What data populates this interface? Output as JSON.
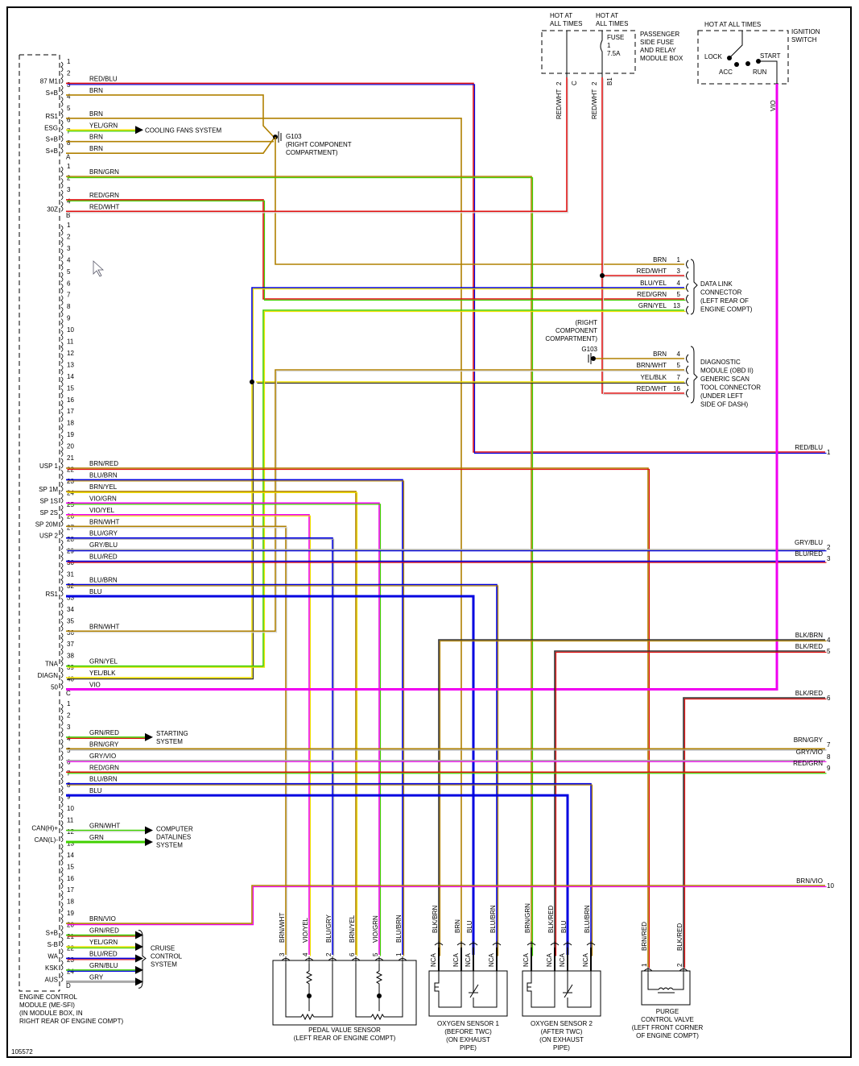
{
  "diagram_id": "105572",
  "colors": {
    "RED": "#e01010",
    "BLU": "#0000e0",
    "BRN": "#b08000",
    "YEL": "#f0e000",
    "GRN": "#40d000",
    "WHT": "#d8d8d8",
    "VIO": "#f000f0",
    "GRY": "#a8a8a8",
    "BLK": "#303030"
  },
  "ecm": {
    "label": [
      "ENGINE CONTROL",
      "MODULE (ME-SFI)",
      "(IN MODULE BOX, IN",
      "RIGHT REAR OF ENGINE COMPT)"
    ],
    "connectors": [
      {
        "id": "A",
        "rows": [
          {
            "pin": "1"
          },
          {
            "pin": "2",
            "name": "87 M1",
            "wire": "RED/BLU"
          },
          {
            "pin": "3",
            "name": "S+B",
            "wire": "BRN"
          },
          {
            "pin": "4"
          },
          {
            "pin": "5",
            "name": "RS1",
            "wire": "BRN"
          },
          {
            "pin": "6",
            "name": "ESG",
            "wire": "YEL/GRN"
          },
          {
            "pin": "7",
            "name": "S+B",
            "wire": "BRN"
          },
          {
            "pin": "8",
            "name": "S+B",
            "wire": "BRN"
          }
        ]
      },
      {
        "id": "B",
        "rows": [
          {
            "pin": "1",
            "wire": "BRN/GRN"
          },
          {
            "pin": "2"
          },
          {
            "pin": "3",
            "wire": "RED/GRN"
          },
          {
            "pin": "4",
            "name": "30Z",
            "wire": "RED/WHT"
          }
        ]
      },
      {
        "id": "C",
        "rows": [
          {
            "pin": "1"
          },
          {
            "pin": "2"
          },
          {
            "pin": "3"
          },
          {
            "pin": "4"
          },
          {
            "pin": "5"
          },
          {
            "pin": "6"
          },
          {
            "pin": "7"
          },
          {
            "pin": "8"
          },
          {
            "pin": "9"
          },
          {
            "pin": "10"
          },
          {
            "pin": "11"
          },
          {
            "pin": "12"
          },
          {
            "pin": "13"
          },
          {
            "pin": "14"
          },
          {
            "pin": "15"
          },
          {
            "pin": "16"
          },
          {
            "pin": "17"
          },
          {
            "pin": "18"
          },
          {
            "pin": "19"
          },
          {
            "pin": "20"
          },
          {
            "pin": "21",
            "name": "USP 1",
            "wire": "BRN/RED"
          },
          {
            "pin": "22",
            "wire": "BLU/BRN"
          },
          {
            "pin": "23",
            "name": "SP 1M",
            "wire": "BRN/YEL"
          },
          {
            "pin": "24",
            "name": "SP 1S",
            "wire": "VIO/GRN"
          },
          {
            "pin": "25",
            "name": "SP 2S",
            "wire": "VIO/YEL"
          },
          {
            "pin": "26",
            "name": "SP 20M",
            "wire": "BRN/WHT"
          },
          {
            "pin": "27",
            "name": "USP 2",
            "wire": "BLU/GRY"
          },
          {
            "pin": "28",
            "wire": "GRY/BLU"
          },
          {
            "pin": "29",
            "wire": "BLU/RED"
          },
          {
            "pin": "30"
          },
          {
            "pin": "31",
            "wire": "BLU/BRN"
          },
          {
            "pin": "32",
            "name": "RS1",
            "wire": "BLU"
          },
          {
            "pin": "33"
          },
          {
            "pin": "34"
          },
          {
            "pin": "35",
            "wire": "BRN/WHT"
          },
          {
            "pin": "36"
          },
          {
            "pin": "37"
          },
          {
            "pin": "38",
            "name": "TNA",
            "wire": "GRN/YEL"
          },
          {
            "pin": "39",
            "name": "DIAGN",
            "wire": "YEL/BLK"
          },
          {
            "pin": "40",
            "name": "50",
            "wire": "VIO"
          }
        ]
      },
      {
        "id": "D",
        "rows": [
          {
            "pin": "1"
          },
          {
            "pin": "2"
          },
          {
            "pin": "3",
            "wire": "GRN/RED"
          },
          {
            "pin": "4",
            "wire": "BRN/GRY"
          },
          {
            "pin": "5",
            "wire": "GRY/VIO"
          },
          {
            "pin": "6",
            "wire": "RED/GRN"
          },
          {
            "pin": "7",
            "wire": "BLU/BRN"
          },
          {
            "pin": "8",
            "wire": "BLU"
          },
          {
            "pin": "9"
          },
          {
            "pin": "10"
          },
          {
            "pin": "11",
            "name": "CAN(H)+",
            "wire": "GRN/WHT"
          },
          {
            "pin": "12",
            "name": "CAN(L)-",
            "wire": "GRN"
          },
          {
            "pin": "13"
          },
          {
            "pin": "14"
          },
          {
            "pin": "15"
          },
          {
            "pin": "16"
          },
          {
            "pin": "17"
          },
          {
            "pin": "18"
          },
          {
            "pin": "19",
            "wire": "BRN/VIO"
          },
          {
            "pin": "20",
            "name": "S+B",
            "wire": "GRN/RED"
          },
          {
            "pin": "21",
            "name": "S-B",
            "wire": "YEL/GRN"
          },
          {
            "pin": "22",
            "name": "WA",
            "wire": "BLU/RED"
          },
          {
            "pin": "23",
            "name": "KSK",
            "wire": "GRN/BLU"
          },
          {
            "pin": "24",
            "name": "AUS",
            "wire": "GRY"
          }
        ]
      }
    ]
  },
  "systems": {
    "cooling": "COOLING FANS SYSTEM",
    "starting": [
      "STARTING",
      "SYSTEM"
    ],
    "datalines": [
      "COMPUTER",
      "DATALINES",
      "SYSTEM"
    ],
    "cruise": [
      "CRUISE",
      "CONTROL",
      "SYSTEM"
    ]
  },
  "ground_top": {
    "id": "G103",
    "location": [
      "(RIGHT COMPONENT",
      "COMPARTMENT)"
    ]
  },
  "ground_mid": {
    "id": "G103",
    "location": [
      "(RIGHT",
      "COMPONENT",
      "COMPARTMENT)"
    ]
  },
  "fuse_box": {
    "hot1": [
      "HOT AT",
      "ALL TIMES"
    ],
    "hot2": [
      "HOT AT",
      "ALL TIMES"
    ],
    "fuse": [
      "FUSE",
      "1",
      "7.5A"
    ],
    "label": [
      "PASSENGER",
      "SIDE FUSE",
      "AND RELAY",
      "MODULE BOX"
    ],
    "pin_c": {
      "num": "2",
      "conn": "C",
      "wire": "RED/WHT"
    },
    "pin_b1": {
      "num": "2",
      "conn": "B1",
      "wire": "RED/WHT"
    }
  },
  "ignition": {
    "hot": "HOT AT ALL TIMES",
    "label": [
      "IGNITION",
      "SWITCH"
    ],
    "positions": {
      "lock": "LOCK",
      "acc": "ACC",
      "run": "RUN",
      "start": "START"
    },
    "wire": "VIO"
  },
  "dlc": {
    "label": [
      "DATA LINK",
      "CONNECTOR",
      "(LEFT REAR OF",
      "ENGINE COMPT)"
    ],
    "pins": [
      {
        "wire": "BRN",
        "pin": "1"
      },
      {
        "wire": "RED/WHT",
        "pin": "3"
      },
      {
        "wire": "BLU/YEL",
        "pin": "4"
      },
      {
        "wire": "RED/GRN",
        "pin": "5"
      },
      {
        "wire": "GRN/YEL",
        "pin": "13"
      }
    ]
  },
  "obd": {
    "label": [
      "DIAGNOSTIC",
      "MODULE (OBD II)",
      "GENERIC SCAN",
      "TOOL CONNECTOR",
      "(UNDER LEFT",
      "SIDE OF DASH)"
    ],
    "pins": [
      {
        "wire": "BRN",
        "pin": "4"
      },
      {
        "wire": "BRN/WHT",
        "pin": "5"
      },
      {
        "wire": "YEL/BLK",
        "pin": "7"
      },
      {
        "wire": "RED/WHT",
        "pin": "16"
      }
    ]
  },
  "offpage": [
    {
      "wire": "RED/BLU",
      "num": "1"
    },
    {
      "wire": "GRY/BLU",
      "num": "2"
    },
    {
      "wire": "BLU/RED",
      "num": "3"
    },
    {
      "wire": "BLK/BRN",
      "num": "4"
    },
    {
      "wire": "BLK/RED",
      "num": "5"
    },
    {
      "wire": "BLK/RED",
      "num": "6"
    },
    {
      "wire": "BRN/GRY",
      "num": "7"
    },
    {
      "wire": "GRY/VIO",
      "num": "8"
    },
    {
      "wire": "RED/GRN",
      "num": "9"
    },
    {
      "wire": "BRN/VIO",
      "num": "10"
    }
  ],
  "pedal": {
    "label": [
      "PEDAL VALUE SENSOR",
      "(LEFT REAR OF ENGINE COMPT)"
    ],
    "pins": [
      {
        "pin": "3",
        "wire": "BRN/WHT"
      },
      {
        "pin": "4",
        "wire": "VIO/YEL"
      },
      {
        "pin": "2",
        "wire": "BLU/GRY"
      },
      {
        "pin": "6",
        "wire": "BRN/YEL"
      },
      {
        "pin": "5",
        "wire": "VIO/GRN"
      },
      {
        "pin": "1",
        "wire": "BLU/BRN"
      }
    ]
  },
  "o2s1": {
    "label": [
      "OXYGEN SENSOR 1",
      "(BEFORE TWC)",
      "(ON EXHAUST",
      "PIPE)"
    ],
    "pins": [
      {
        "wire": "BLK/BRN",
        "pin": "NCA"
      },
      {
        "wire": "BRN",
        "pin": "NCA"
      },
      {
        "wire": "BLU",
        "pin": "NCA"
      },
      {
        "wire": "BLU/BRN",
        "pin": "NCA"
      }
    ]
  },
  "o2s2": {
    "label": [
      "OXYGEN SENSOR 2",
      "(AFTER TWC)",
      "(ON EXHAUST",
      "PIPE)"
    ],
    "pins": [
      {
        "wire": "BRN/GRN",
        "pin": "NCA"
      },
      {
        "wire": "BLK/RED",
        "pin": "NCA"
      },
      {
        "wire": "BLU",
        "pin": "NCA"
      },
      {
        "wire": "BLU/BRN",
        "pin": "NCA"
      }
    ]
  },
  "purge": {
    "label": [
      "PURGE",
      "CONTROL VALVE",
      "(LEFT FRONT CORNER",
      "OF ENGINE COMPT)"
    ],
    "pins": [
      {
        "pin": "1",
        "wire": "BRN/RED"
      },
      {
        "pin": "2",
        "wire": "BLK/RED"
      }
    ]
  }
}
